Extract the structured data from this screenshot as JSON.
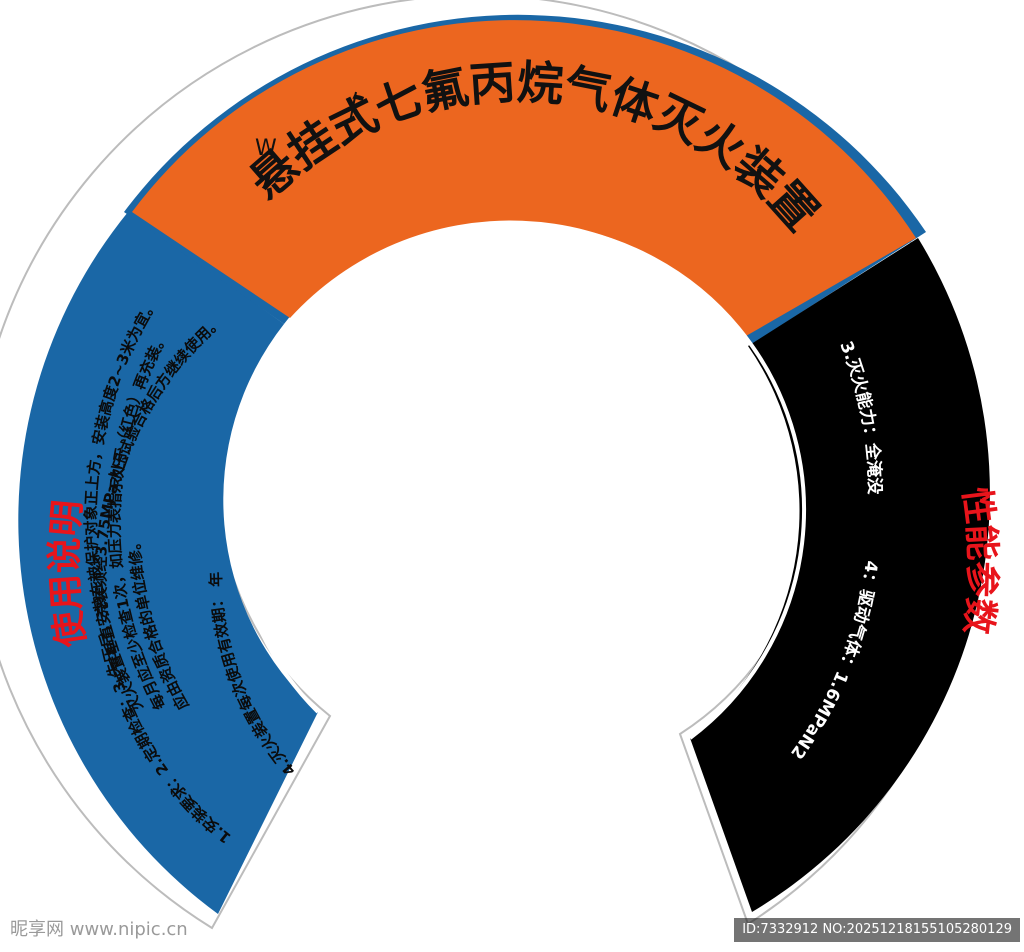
{
  "title": "悬挂式七氟丙烷气体灭火装置",
  "title_mark": "W",
  "left_panel": {
    "heading": "使用说明",
    "lines": [
      "灭火装置垂直安装在被保护对象正上方，安装高度2~3米为宜。",
      "每月应至少检查1次，如压力表指示处于（红色）再充装。",
      "应由资质合格的单位维修。",
      "1.安装要求：2.定期检查：3.失压后，充装须经3.75MPa水压试验合格后方继续使用。",
      "4.灭火装置每次使用有效期：        年"
    ]
  },
  "right_panel": {
    "heading": "性能参数",
    "lines": [
      "3.灭火能力：全淹没",
      "4：驱动气体：1.6MPaN2"
    ]
  },
  "watermark_left": "昵享网 www.nipic.cn",
  "watermark_right": "ID:7332912 NO:20251218155105280129",
  "colors": {
    "orange": "#ec661f",
    "blue": "#1a67a6",
    "black": "#000000",
    "red": "#e8141b"
  }
}
